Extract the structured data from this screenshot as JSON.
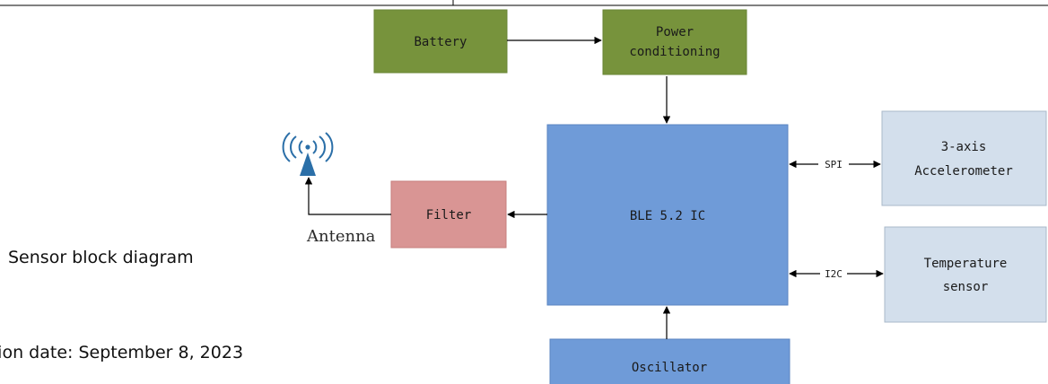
{
  "caption": "Sensor block diagram",
  "revision": "ision date: September 8, 2023",
  "colors": {
    "green_block": "#77933c",
    "blue_block": "#6f9bd8",
    "pale_blue_block": "#d3dfec",
    "filter_block": "#d99594",
    "antenna": "#2b6fa8"
  },
  "diagram": {
    "nodes": {
      "battery": "Battery",
      "power_line1": "Power",
      "power_line2": "conditioning",
      "ble": "BLE 5.2 IC",
      "filter": "Filter",
      "antenna": "Antenna",
      "accel_line1": "3-axis",
      "accel_line2": "Accelerometer",
      "temp_line1": "Temperature",
      "temp_line2": "sensor",
      "oscillator": "Oscillator"
    },
    "edges": {
      "spi": "SPI",
      "i2c": "I2C"
    },
    "icons": {
      "antenna": "antenna-signal-icon"
    }
  }
}
